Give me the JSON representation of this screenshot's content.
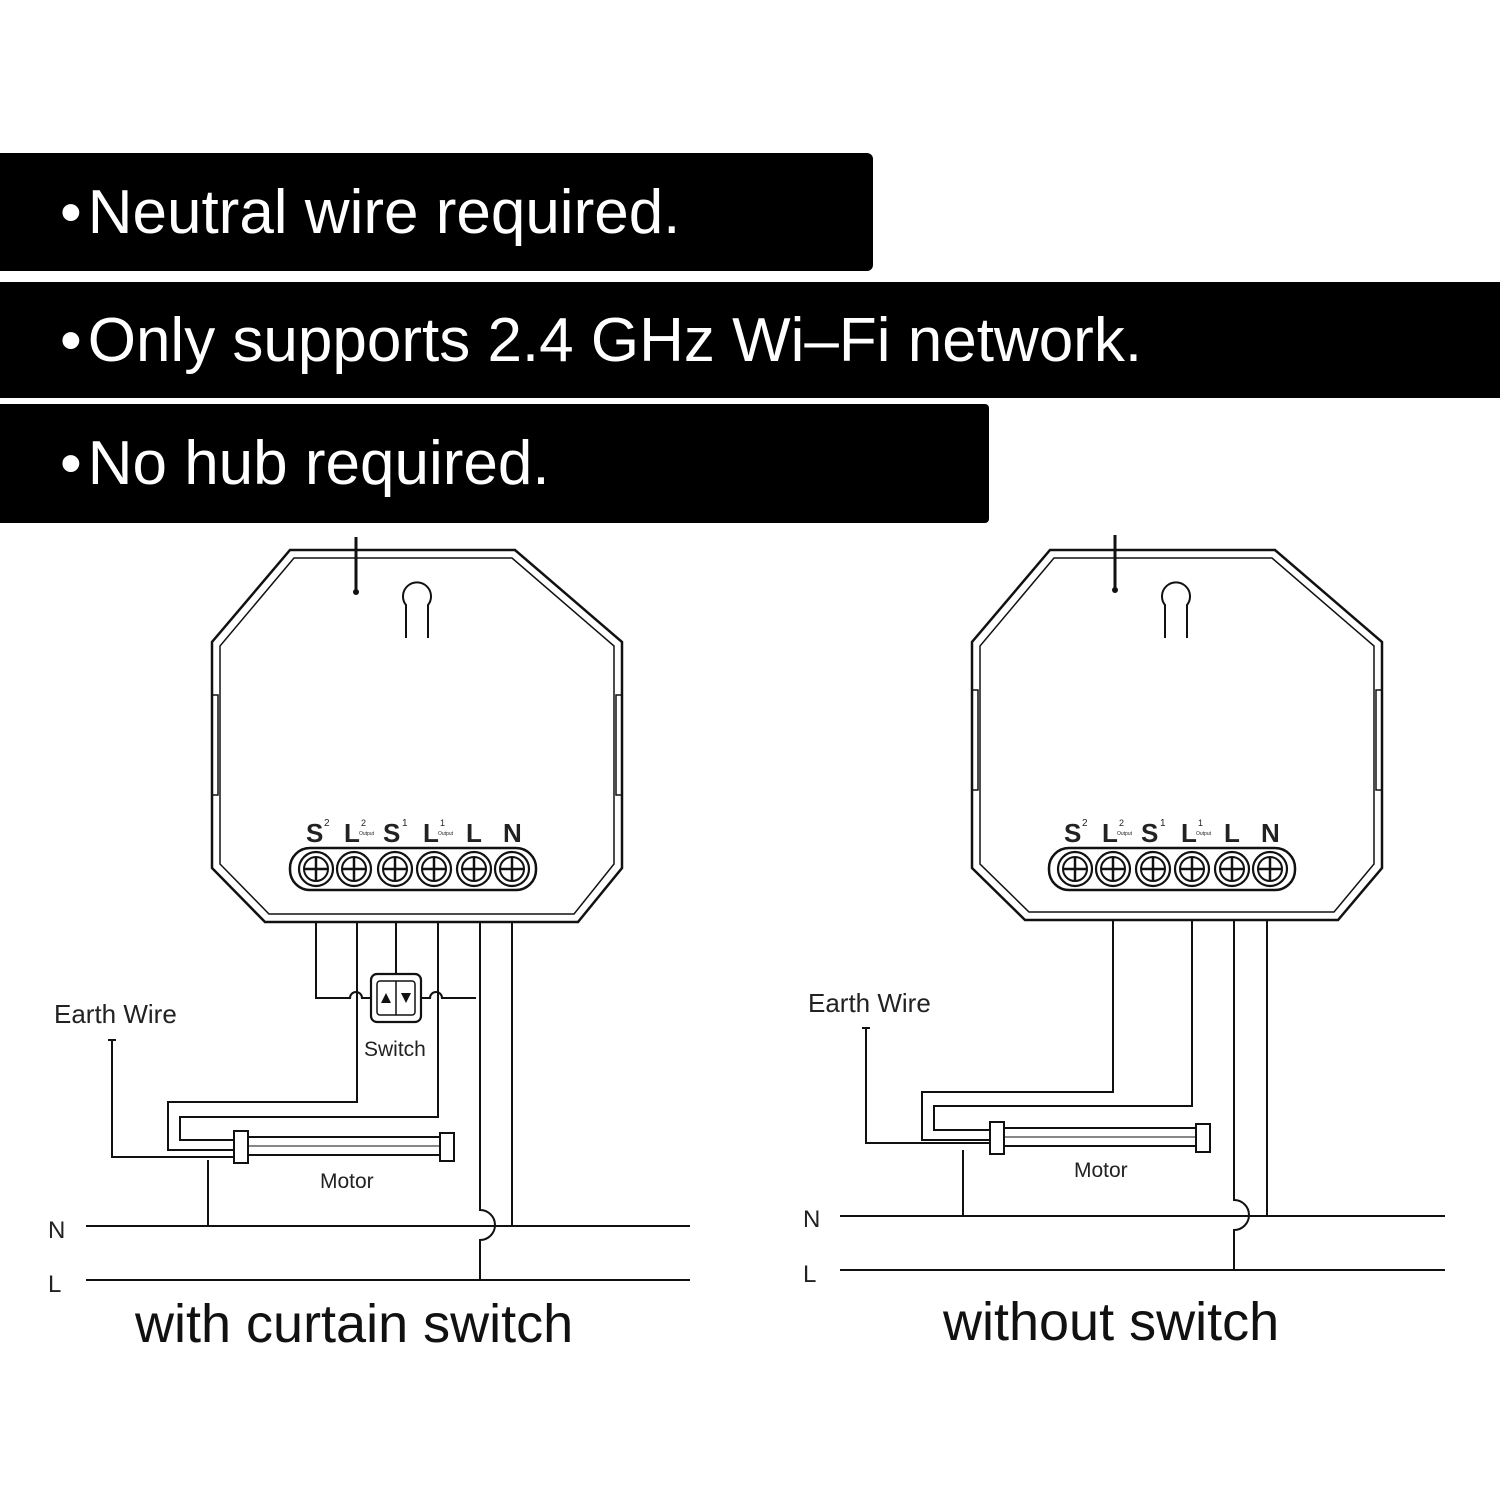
{
  "features": [
    {
      "bullet": "•",
      "text": "Neutral wire required."
    },
    {
      "bullet": "•",
      "text": "Only supports 2.4 GHz Wi–Fi network."
    },
    {
      "bullet": "•",
      "text": "No hub required."
    }
  ],
  "terminal_labels": {
    "s2": "S",
    "s2_sup": "2",
    "l2": "L",
    "l2_sup": "2",
    "l2_sub": "Output",
    "s1": "S",
    "s1_sup": "1",
    "l1": "L",
    "l1_sup": "1",
    "l1_sub": "Output",
    "l": "L",
    "n": "N"
  },
  "left_diagram": {
    "earth_wire": "Earth Wire",
    "switch": "Switch",
    "motor": "Motor",
    "n": "N",
    "l": "L",
    "caption": "with curtain switch"
  },
  "right_diagram": {
    "earth_wire": "Earth Wire",
    "motor": "Motor",
    "n": "N",
    "l": "L",
    "caption": "without switch"
  }
}
